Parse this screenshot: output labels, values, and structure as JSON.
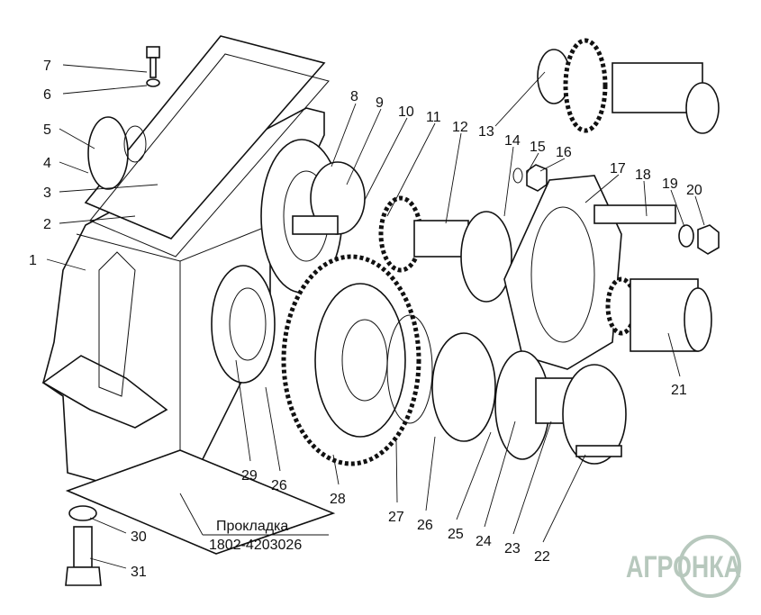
{
  "diagram": {
    "labels": [
      {
        "id": "7",
        "text": "7"
      },
      {
        "id": "6",
        "text": "6"
      },
      {
        "id": "5",
        "text": "5"
      },
      {
        "id": "4",
        "text": "4"
      },
      {
        "id": "3",
        "text": "3"
      },
      {
        "id": "2",
        "text": "2"
      },
      {
        "id": "1",
        "text": "1"
      },
      {
        "id": "8",
        "text": "8"
      },
      {
        "id": "9",
        "text": "9"
      },
      {
        "id": "10",
        "text": "10"
      },
      {
        "id": "11",
        "text": "11"
      },
      {
        "id": "12",
        "text": "12"
      },
      {
        "id": "13",
        "text": "13"
      },
      {
        "id": "14",
        "text": "14"
      },
      {
        "id": "15",
        "text": "15"
      },
      {
        "id": "16",
        "text": "16"
      },
      {
        "id": "17",
        "text": "17"
      },
      {
        "id": "18",
        "text": "18"
      },
      {
        "id": "19",
        "text": "19"
      },
      {
        "id": "20",
        "text": "20"
      },
      {
        "id": "21",
        "text": "21"
      },
      {
        "id": "29",
        "text": "29"
      },
      {
        "id": "26a",
        "text": "26"
      },
      {
        "id": "28",
        "text": "28"
      },
      {
        "id": "27",
        "text": "27"
      },
      {
        "id": "26b",
        "text": "26"
      },
      {
        "id": "25",
        "text": "25"
      },
      {
        "id": "24",
        "text": "24"
      },
      {
        "id": "23",
        "text": "23"
      },
      {
        "id": "22",
        "text": "22"
      },
      {
        "id": "30",
        "text": "30"
      },
      {
        "id": "31",
        "text": "31"
      }
    ],
    "gasket_callout": {
      "name": "Прокладка",
      "part_number": "1802-4203026"
    },
    "watermark": "АГРОНКА",
    "watermark_color": "#b7c8bd"
  }
}
